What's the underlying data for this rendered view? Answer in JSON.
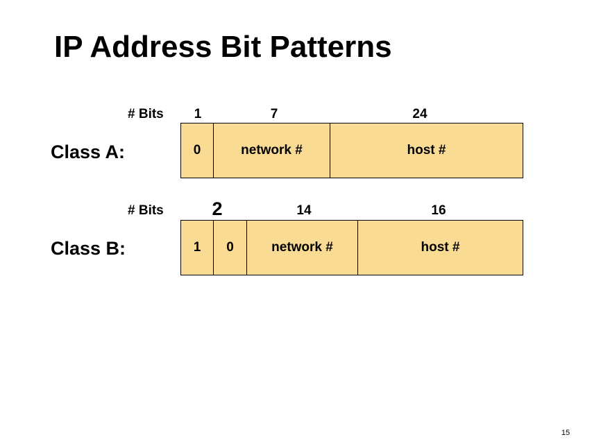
{
  "title": "IP Address Bit Patterns",
  "page_number": "15",
  "colors": {
    "field_fill": "#fadb94",
    "border": "#000000"
  },
  "class_a": {
    "label": "Class A:",
    "bits_label": "# Bits",
    "bit_counts": [
      "1",
      "7",
      "24"
    ],
    "fields": [
      "0",
      "network #",
      "host #"
    ]
  },
  "class_b": {
    "label": "Class B:",
    "bits_label": "# Bits",
    "bit_counts": [
      "2",
      "14",
      "16"
    ],
    "fields": [
      "1",
      "0",
      "network #",
      "host #"
    ]
  }
}
